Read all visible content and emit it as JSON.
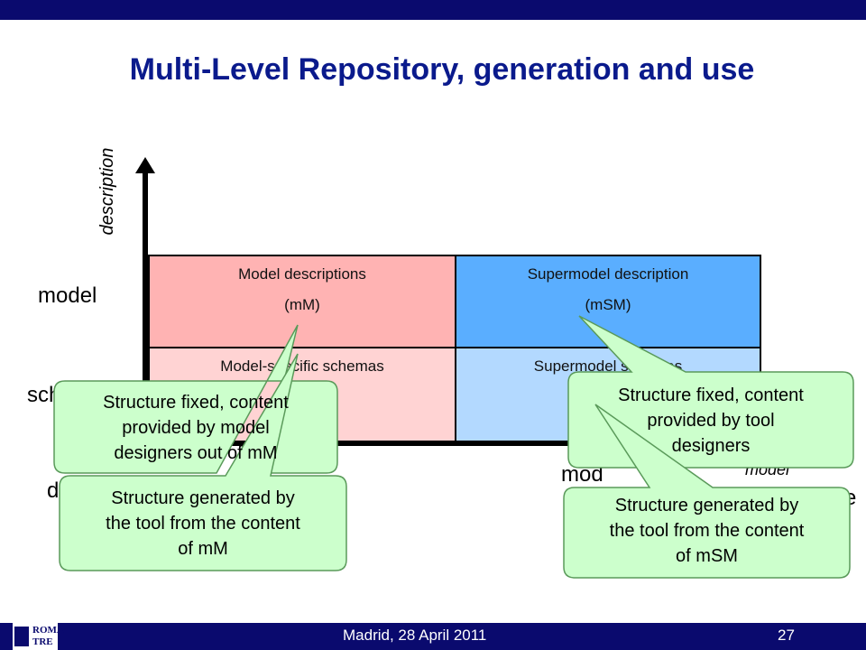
{
  "slide": {
    "title": "Multi-Level Repository, generation and use",
    "footer": {
      "date": "Madrid, 28 April 2011",
      "page": "27",
      "logo": "ROMA TRE"
    }
  },
  "axes": {
    "vertical_label": "description"
  },
  "rows": {
    "model": "model",
    "schema_partial": "sch",
    "data_partial": "d"
  },
  "cells": {
    "model_descriptions": {
      "title": "Model descriptions",
      "sub": "(mM)",
      "color": "#ffb3b3"
    },
    "supermodel_description": {
      "title": "Supermodel description",
      "sub": "(mSM)",
      "color": "#5aaeff"
    },
    "model_specific_schemas": {
      "title": "Model-specific schemas",
      "color": "#ffd3d3"
    },
    "supermodel_schemas": {
      "title": "Supermodel schemas",
      "color": "#b3d9ff"
    }
  },
  "bottom": {
    "model_partial": "mod",
    "model_italic": "model",
    "e_partial": "e"
  },
  "callouts": {
    "left_top": [
      "Structure fixed, content",
      "provided by model",
      "designers out of mM"
    ],
    "left_bottom": [
      "Structure generated by",
      "the tool from the content",
      "of mM"
    ],
    "right_top": [
      "Structure fixed, content",
      "provided by tool",
      "designers"
    ],
    "right_bottom": [
      "Structure generated by",
      "the tool from the content",
      "of mSM"
    ],
    "fill_color": "#ccffcc"
  }
}
